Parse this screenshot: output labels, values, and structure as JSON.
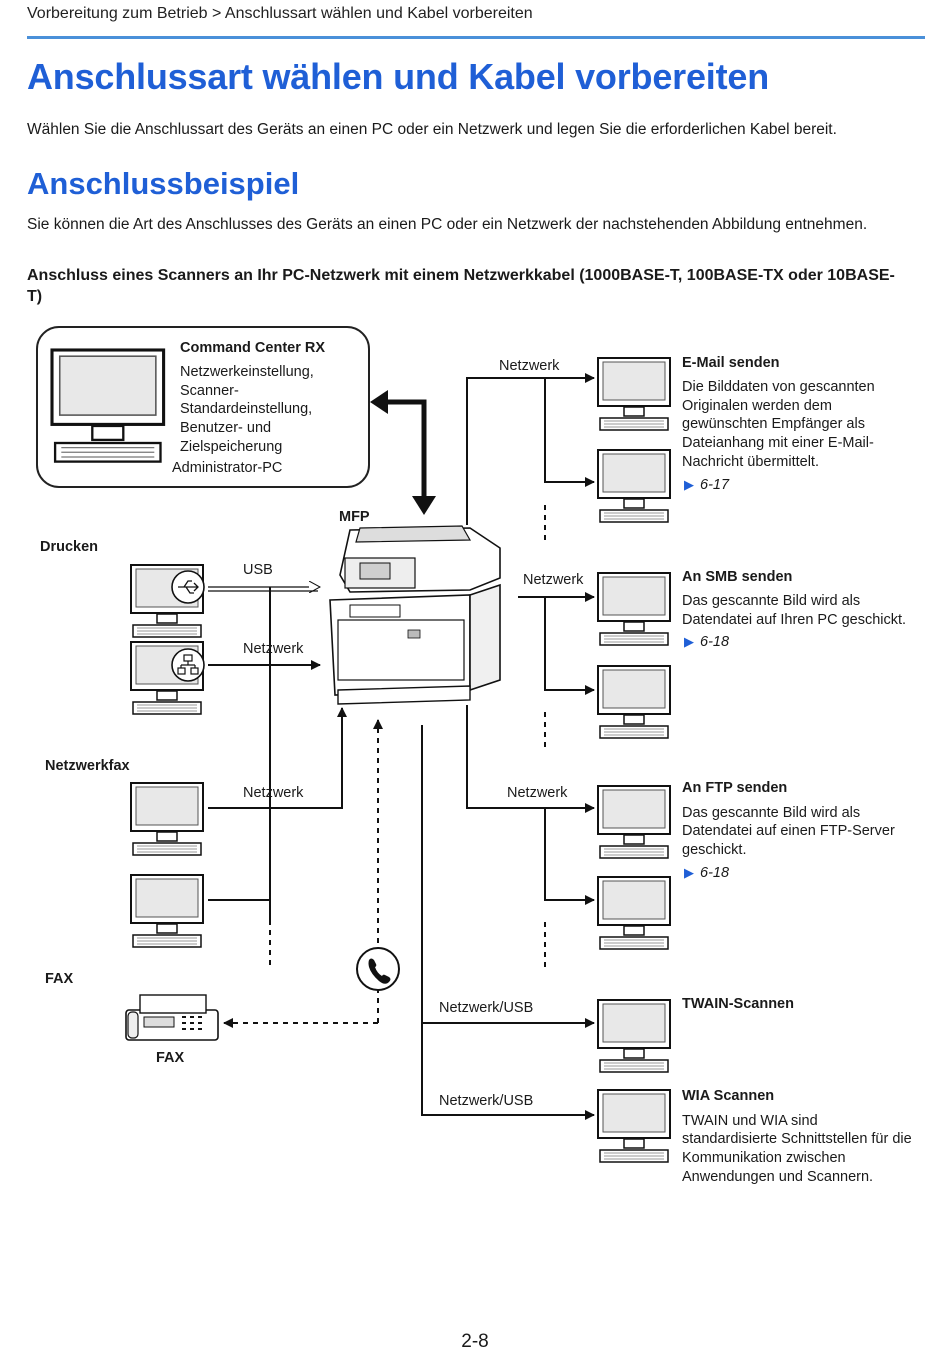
{
  "header": {
    "breadcrumb": "Vorbereitung zum Betrieb > Anschlussart wählen und Kabel vorbereiten",
    "accent_color": "#1f5fd6"
  },
  "content": {
    "title": "Anschlussart wählen und Kabel vorbereiten",
    "intro": "Wählen Sie die Anschlussart des Geräts an einen PC oder ein Netzwerk und legen Sie die erforderlichen Kabel bereit.",
    "section_title": "Anschlussbeispiel",
    "section_text": "Sie können die Art des Anschlusses des Geräts an einen PC oder ein Netzwerk der nachstehenden Abbildung entnehmen.",
    "subheading": "Anschluss eines Scanners an Ihr PC-Netzwerk mit einem Netzwerkkabel (1000BASE-T, 100BASE-TX oder 10BASE-T)"
  },
  "diagram": {
    "admin": {
      "title": "Command Center RX",
      "lines": [
        "Netzwerkeinstellung,",
        "Scanner-",
        "Standardeinstellung,",
        "Benutzer- und",
        "Zielspeicherung"
      ],
      "pc_label": "Administrator-PC"
    },
    "mfp_label": "MFP",
    "left": {
      "print_title": "Drucken",
      "usb": "USB",
      "network": "Netzwerk",
      "netfax_title": "Netzwerkfax",
      "netfax_network": "Netzwerk",
      "fax_title": "FAX",
      "fax_device_label": "FAX"
    },
    "right": {
      "network_labels": [
        "Netzwerk",
        "Netzwerk",
        "Netzwerk",
        "Netzwerk/USB",
        "Netzwerk/USB"
      ],
      "email": {
        "title": "E-Mail senden",
        "lines": [
          "Die Bilddaten von gescannten",
          "Originalen werden dem",
          "gewünschten Empfänger als",
          "Dateianhang mit einer E-Mail-",
          "Nachricht übermittelt."
        ],
        "ref": "6-17"
      },
      "smb": {
        "title": "An SMB senden",
        "lines": [
          "Das gescannte Bild wird als",
          "Datendatei auf Ihren PC geschickt."
        ],
        "ref": "6-18"
      },
      "ftp": {
        "title": "An FTP senden",
        "lines": [
          "Das gescannte Bild wird als",
          "Datendatei auf einen FTP-Server",
          "geschickt."
        ],
        "ref": "6-18"
      },
      "twain": {
        "title": "TWAIN-Scannen"
      },
      "wia": {
        "title": "WIA Scannen",
        "lines": [
          "TWAIN und WIA sind",
          "standardisierte Schnittstellen für die",
          "Kommunikation zwischen",
          "Anwendungen und Scannern."
        ]
      }
    }
  },
  "footer": {
    "page_number": "2-8"
  }
}
